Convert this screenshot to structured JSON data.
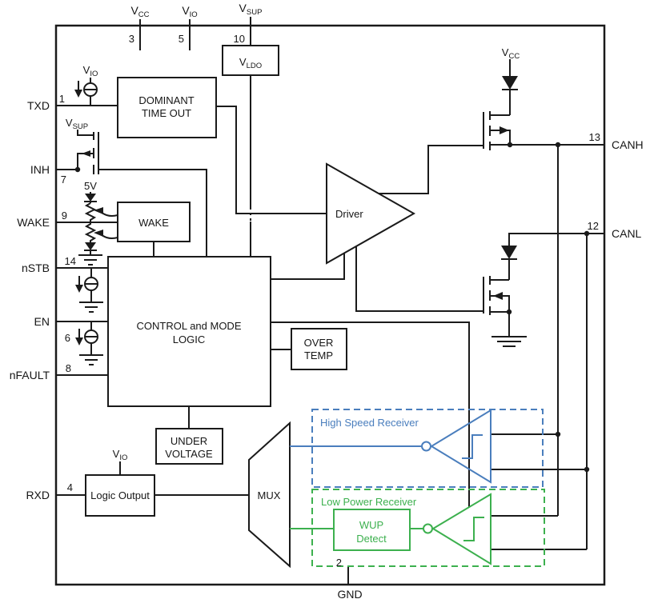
{
  "colors": {
    "line": "#1a1a1a",
    "blue": "#4a7ebd",
    "green": "#3cb04e"
  },
  "supplies": {
    "vcc_top": {
      "main": "V",
      "sub": "CC",
      "pin": "3"
    },
    "vio_top": {
      "main": "V",
      "sub": "IO",
      "pin": "5"
    },
    "vsup_top": {
      "main": "V",
      "sub": "SUP",
      "pin": "10"
    },
    "vldo": {
      "main": "V",
      "sub": "LDO"
    },
    "vio_txd": {
      "main": "V",
      "sub": "IO"
    },
    "vsup_inh": {
      "main": "V",
      "sub": "SUP"
    },
    "vcc_hs": {
      "main": "V",
      "sub": "CC"
    },
    "vio_rxd": {
      "main": "V",
      "sub": "IO"
    },
    "wake_5v": "5V"
  },
  "pins": {
    "txd": {
      "label": "TXD",
      "number": "1"
    },
    "inh": {
      "label": "INH",
      "number": "7"
    },
    "wake": {
      "label": "WAKE",
      "number": "9"
    },
    "nstb": {
      "label": "nSTB",
      "number": "14"
    },
    "en": {
      "label": "EN",
      "number": "6"
    },
    "nfault": {
      "label": "nFAULT",
      "number": "8"
    },
    "rxd": {
      "label": "RXD",
      "number": "4"
    },
    "canh": {
      "label": "CANH",
      "number": "13"
    },
    "canl": {
      "label": "CANL",
      "number": "12"
    },
    "gnd": {
      "label": "GND",
      "number": "2"
    }
  },
  "blocks": {
    "dominant_timeout": {
      "line1": "DOMINANT",
      "line2": "TIME OUT"
    },
    "wake": {
      "label": "WAKE"
    },
    "control": {
      "line1": "CONTROL and MODE",
      "line2": "LOGIC"
    },
    "over_temp": {
      "line1": "OVER",
      "line2": "TEMP"
    },
    "under_voltage": {
      "line1": "UNDER",
      "line2": "VOLTAGE"
    },
    "logic_output": {
      "label": "Logic Output"
    },
    "mux": {
      "label": "MUX"
    },
    "driver": {
      "label": "Driver"
    },
    "wup": {
      "line1": "WUP",
      "line2": "Detect"
    }
  },
  "receivers": {
    "high_speed": {
      "label": "High Speed Receiver"
    },
    "low_power": {
      "label": "Low Power Receiver"
    }
  }
}
